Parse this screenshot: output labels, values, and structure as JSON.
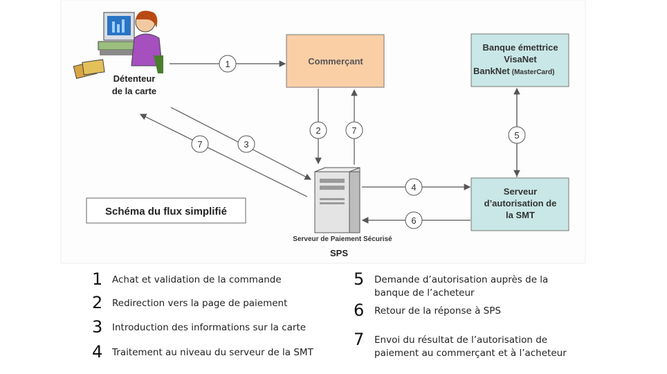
{
  "diagram": {
    "cardholder_label": "Détenteur\nde la carte",
    "merchant_label": "Commerçant",
    "bank_label": "Banque émettrice\nVisaNet\nBankNet",
    "bank_label_suffix": "(MasterCard)",
    "smt_label": "Serveur\nd’autorisation de\nla SMT",
    "sps_caption": "Serveur de Paiement Sécurisé",
    "sps_short": "SPS",
    "schema_title": "Schéma du flux simplifié",
    "step_markers": [
      "1",
      "2",
      "7",
      "7",
      "3",
      "5",
      "4",
      "6"
    ]
  },
  "legend": [
    {
      "num": "1",
      "text": "Achat et validation de la commande"
    },
    {
      "num": "2",
      "text": "Redirection vers la page de paiement"
    },
    {
      "num": "3",
      "text": "Introduction des informations sur la carte"
    },
    {
      "num": "4",
      "text": "Traitement au niveau du serveur de la SMT"
    },
    {
      "num": "5",
      "text": "Demande d’autorisation auprès de la banque de l’acheteur"
    },
    {
      "num": "6",
      "text": "Retour de la réponse à SPS"
    },
    {
      "num": "7",
      "text": "Envoi du résultat de l’autorisation de paiement au commerçant et à l’acheteur"
    }
  ],
  "colors": {
    "merchant_fill": "#fbcfa6",
    "bank_fill": "#c8e7e6",
    "smt_fill": "#c8e7e6",
    "panel_bg": "#fdfdfd"
  }
}
